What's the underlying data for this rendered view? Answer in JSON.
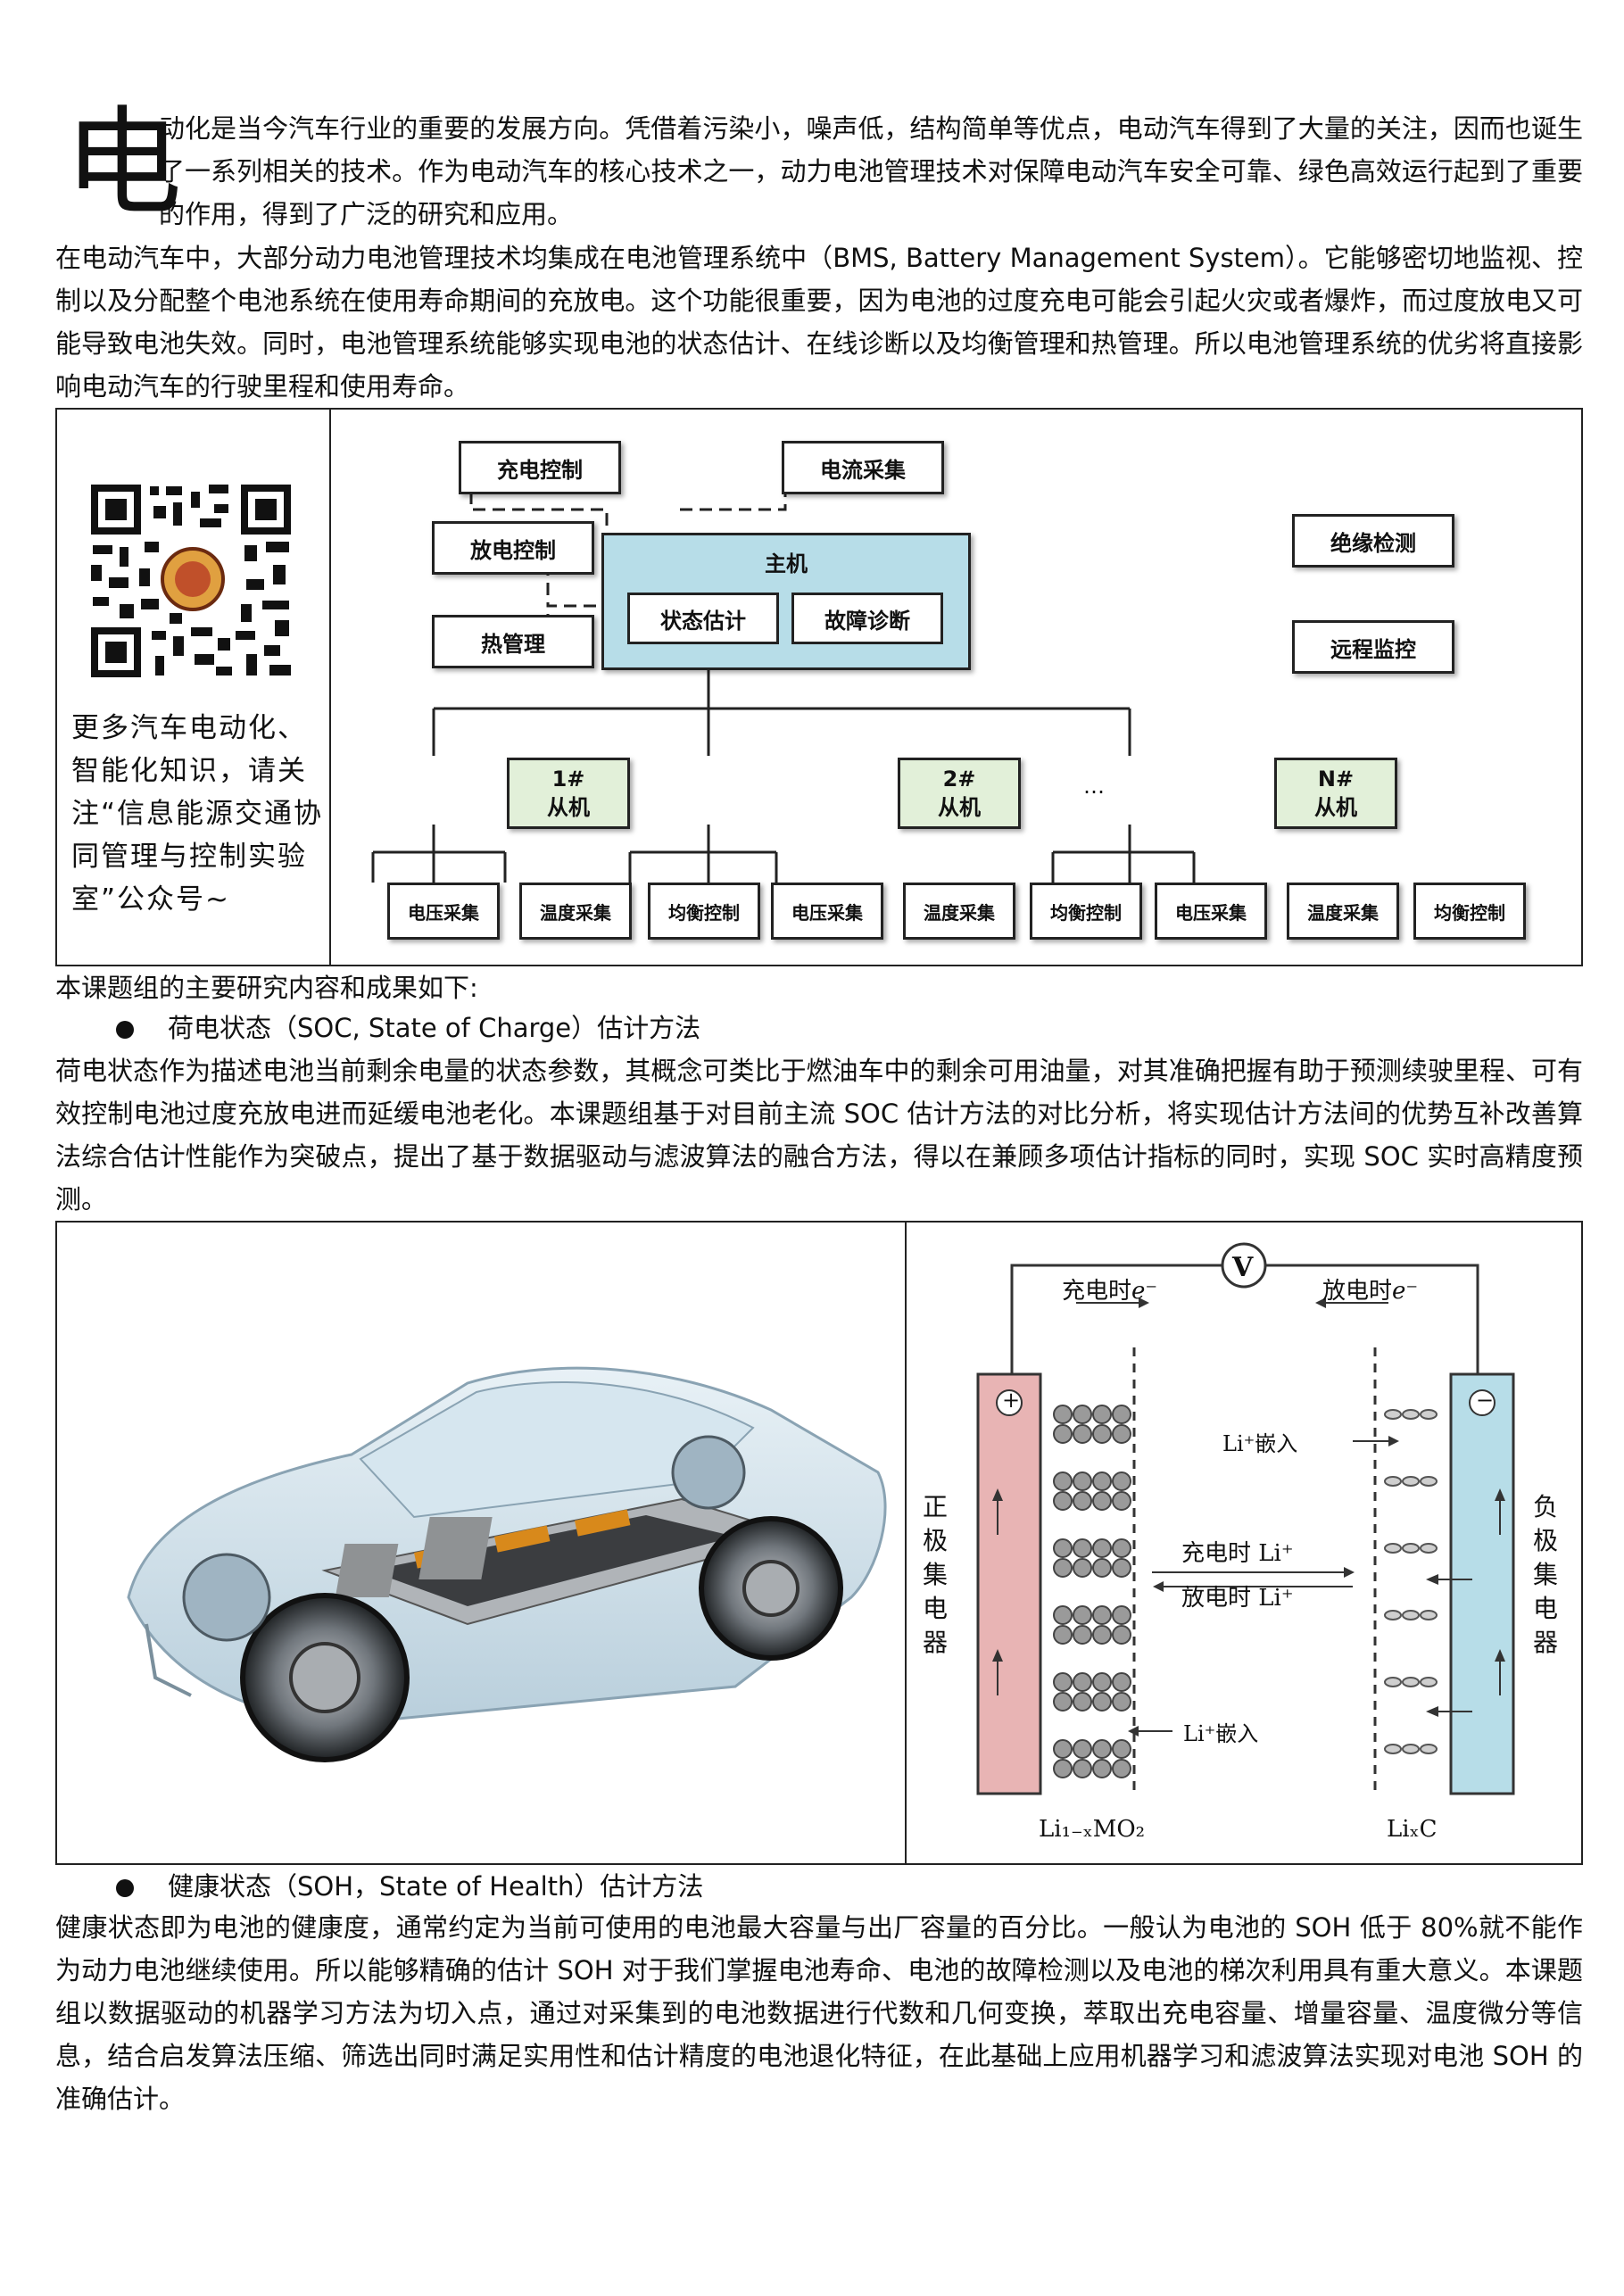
{
  "intro": {
    "drop_cap": "电",
    "p1": "动化是当今汽车行业的重要的发展方向。凭借着污染小，噪声低，结构简单等优点，电动汽车得到了大量的关注，因而也诞生了一系列相关的技术。作为电动汽车的核心技术之一，动力电池管理技术对保障电动汽车安全可靠、绿色高效运行起到了重要的作用，得到了广泛的研究和应用。",
    "p2": "在电动汽车中，大部分动力电池管理技术均集成在电池管理系统中（BMS, Battery Management System）。它能够密切地监视、控制以及分配整个电池系统在使用寿命期间的充放电。这个功能很重要，因为电池的过度充电可能会引起火灾或者爆炸，而过度放电又可能导致电池失效。同时，电池管理系统能够实现电池的状态估计、在线诊断以及均衡管理和热管理。所以电池管理系统的优劣将直接影响电动汽车的行驶里程和使用寿命。"
  },
  "qr_caption": "更多汽车电动化、智能化知识，请关注“信息能源交通协同管理与控制实验室”公众号~",
  "bms_diagram": {
    "charge_control": "充电控制",
    "current_sampling": "电流采集",
    "discharge_control": "放电控制",
    "thermal_management": "热管理",
    "host": "主机",
    "state_estimation": "状态估计",
    "fault_diagnosis": "故障诊断",
    "insulation_detection": "绝缘检测",
    "remote_monitoring": "远程监控",
    "slaves": [
      {
        "num": "1#",
        "label": "从机"
      },
      {
        "num": "2#",
        "label": "从机"
      },
      {
        "num": "N#",
        "label": "从机"
      }
    ],
    "ellipsis": "…",
    "slave_children": [
      "电压采集",
      "温度采集",
      "均衡控制",
      "电压采集",
      "温度采集",
      "均衡控制",
      "电压采集",
      "温度采集",
      "均衡控制"
    ]
  },
  "research_intro": "本课题组的主要研究内容和成果如下:",
  "soc": {
    "heading": "荷电状态（SOC, State of Charge）估计方法",
    "body": "荷电状态作为描述电池当前剩余电量的状态参数，其概念可类比于燃油车中的剩余可用油量，对其准确把握有助于预测续驶里程、可有效控制电池过度充放电进而延缓电池老化。本课题组基于对目前主流 SOC 估计方法的对比分析，将实现估计方法间的优势互补改善算法综合估计性能作为突破点，提出了基于数据驱动与滤波算法的融合方法，得以在兼顾多项估计指标的同时，实现 SOC 实时高精度预测。"
  },
  "battery_diagram": {
    "voltmeter": "V",
    "charge_e": "充电时",
    "discharge_e": "放电时",
    "e_symbol": "e⁻",
    "li_insert": "Li⁺嵌入",
    "charge_li": "充电时 Li⁺",
    "discharge_li": "放电时 Li⁺",
    "plus": "+",
    "minus": "−",
    "positive_collector": "正极集电器",
    "negative_collector": "负极集电器",
    "cathode": "Li₁₋ₓMO₂",
    "anode": "LiₓC"
  },
  "soh": {
    "heading": "健康状态（SOH，State of Health）估计方法",
    "body": "健康状态即为电池的健康度，通常约定为当前可使用的电池最大容量与出厂容量的百分比。一般认为电池的 SOH 低于 80%就不能作为动力电池继续使用。所以能够精确的估计 SOH 对于我们掌握电池寿命、电池的故障检测以及电池的梯次利用具有重大意义。本课题组以数据驱动的机器学习方法为切入点，通过对采集到的电池数据进行代数和几何变换，萃取出充电容量、增量容量、温度微分等信息，结合启发算法压缩、筛选出同时满足实用性和估计精度的电池退化特征，在此基础上应用机器学习和滤波算法实现对电池 SOH 的准确估计。"
  },
  "colors": {
    "host_fill": "#b7dde8",
    "slave_fill": "#e2f0d9",
    "cathode_fill": "#e8b4b4",
    "anode_fill": "#b7dde8"
  }
}
